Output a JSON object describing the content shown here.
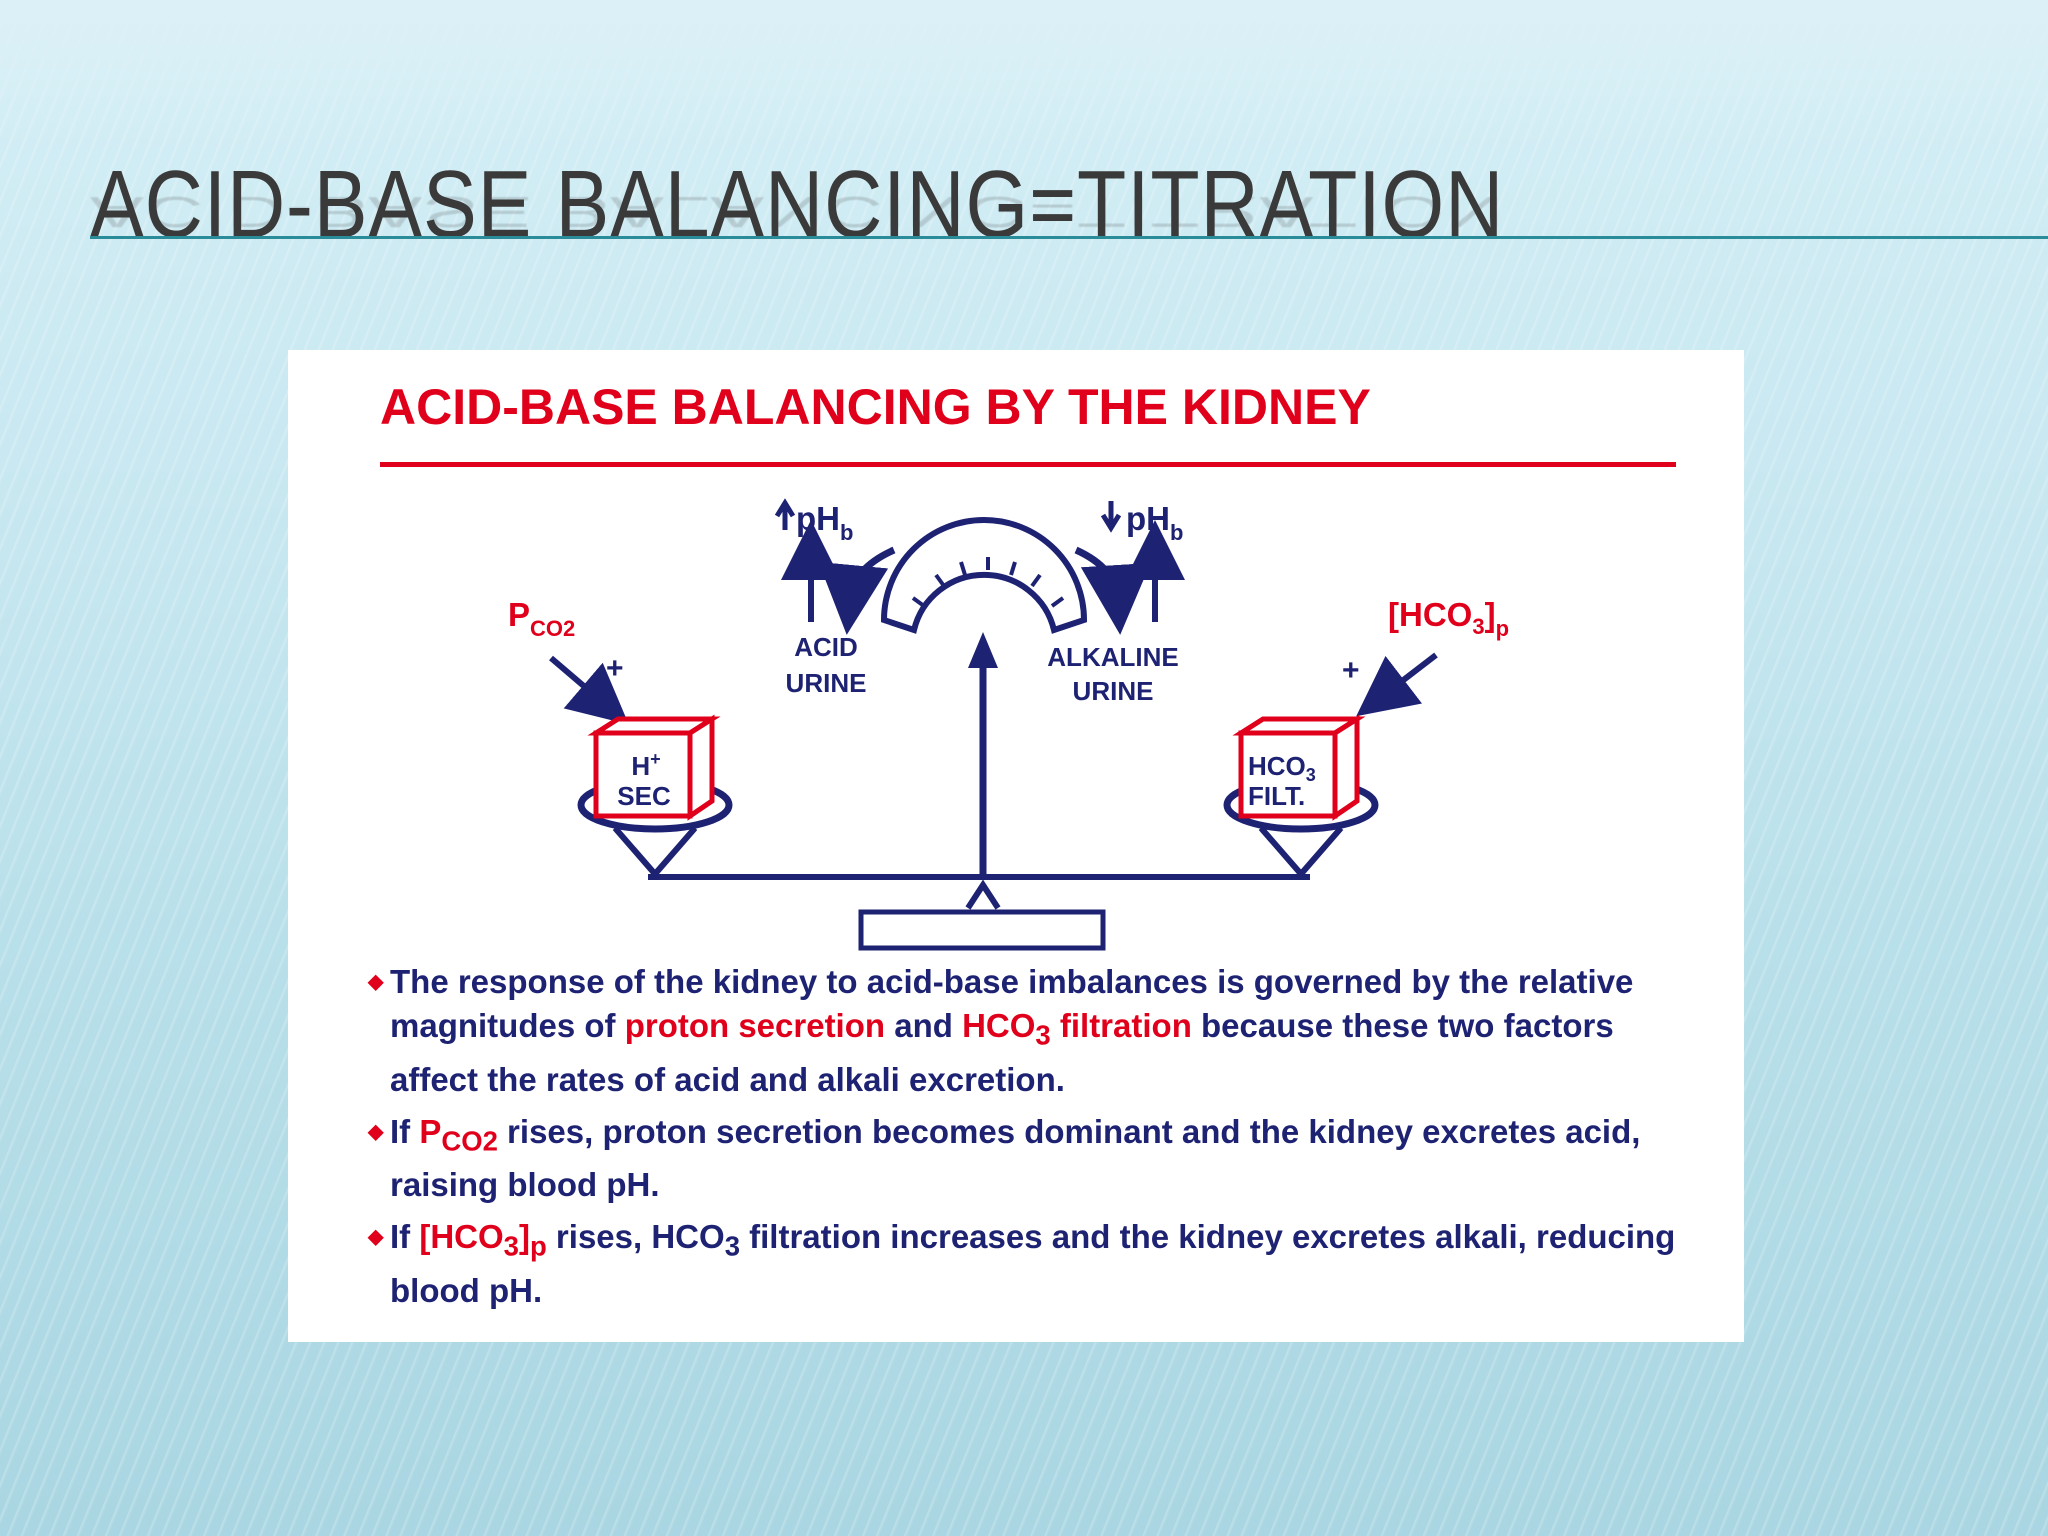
{
  "slide": {
    "title": "ACID-BASE BALANCING=TITRATION"
  },
  "figure": {
    "title": "ACID-BASE BALANCING BY THE KIDNEY",
    "labels": {
      "ph_up": "pH",
      "ph_down": "pH",
      "ph_subscript": "b",
      "pco2_main": "P",
      "pco2_sub": "CO2",
      "hco3_main": "[HCO",
      "hco3_sub3": "3",
      "hco3_close": "]",
      "hco3_subp": "p",
      "plus": "+",
      "acid_urine_1": "ACID",
      "acid_urine_2": "URINE",
      "alkaline_urine_1": "ALKALINE",
      "alkaline_urine_2": "URINE",
      "left_box_1": "H",
      "left_box_sup": "+",
      "left_box_2": "SEC",
      "right_box_1": "HCO",
      "right_box_sub": "3",
      "right_box_2": "FILT."
    },
    "colors": {
      "red": "#e0001b",
      "navy": "#1e2272",
      "highlight": "#e0001b"
    },
    "bullets": {
      "b1_part1": "The response of the kidney to acid-base imbalances is governed by the relative magnitudes of ",
      "b1_red1": "proton secretion",
      "b1_part2": " and ",
      "b1_red2": "HCO",
      "b1_red2_sub": "3",
      "b1_red3": " filtration",
      "b1_part3": " because these two factors affect the rates of acid and alkali excretion.",
      "b2_part1": "If ",
      "b2_red": "P",
      "b2_red_sub": "CO2",
      "b2_part2": " rises, proton secretion becomes dominant and the kidney excretes acid, raising blood pH.",
      "b3_part1": "If ",
      "b3_red": "[HCO",
      "b3_red_sub": "3",
      "b3_red_close": "]",
      "b3_red_subp": "p",
      "b3_part2": " rises, HCO",
      "b3_sub": "3",
      "b3_part3": " filtration increases and the kidney excretes alkali, reducing blood pH."
    }
  }
}
